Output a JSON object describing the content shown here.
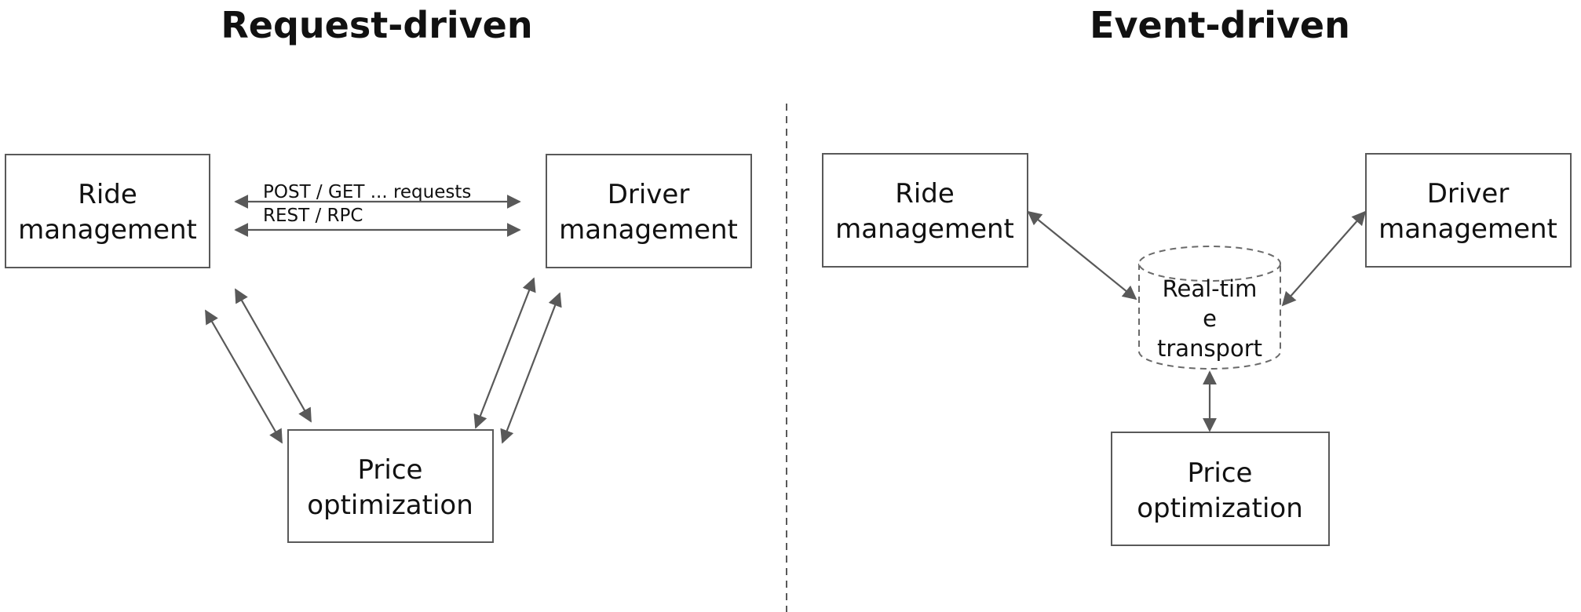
{
  "titles": {
    "left": "Request-driven",
    "right": "Event-driven"
  },
  "request_driven": {
    "ride_management": [
      "Ride",
      "management"
    ],
    "driver_management": [
      "Driver",
      "management"
    ],
    "price_optimization": [
      "Price",
      "optimization"
    ],
    "edge_label_top": "POST / GET ... requests",
    "edge_label_bottom": "REST / RPC"
  },
  "event_driven": {
    "ride_management": [
      "Ride",
      "management"
    ],
    "driver_management": [
      "Driver",
      "management"
    ],
    "price_optimization": [
      "Price",
      "optimization"
    ],
    "transport": [
      "Real-tim",
      "e",
      "transport"
    ]
  },
  "colors": {
    "stroke": "#595959",
    "text": "#111111",
    "background": "#ffffff"
  }
}
